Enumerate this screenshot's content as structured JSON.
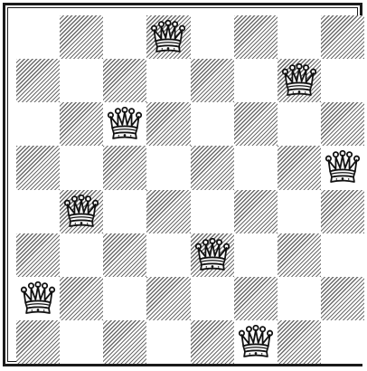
{
  "board": {
    "size": 8,
    "light_square_color": "#ffffff",
    "dark_square_color": "#6b6b6b",
    "dark_square_pattern": "diagonal-hatch",
    "top_left_square": "light"
  },
  "pieces": [
    {
      "row": 0,
      "col": 3,
      "type": "queen",
      "color": "white",
      "icon": "queen-icon"
    },
    {
      "row": 1,
      "col": 6,
      "type": "queen",
      "color": "white",
      "icon": "queen-icon"
    },
    {
      "row": 2,
      "col": 2,
      "type": "queen",
      "color": "white",
      "icon": "queen-icon"
    },
    {
      "row": 3,
      "col": 7,
      "type": "queen",
      "color": "white",
      "icon": "queen-icon"
    },
    {
      "row": 4,
      "col": 1,
      "type": "queen",
      "color": "white",
      "icon": "queen-icon"
    },
    {
      "row": 5,
      "col": 4,
      "type": "queen",
      "color": "white",
      "icon": "queen-icon"
    },
    {
      "row": 6,
      "col": 0,
      "type": "queen",
      "color": "white",
      "icon": "queen-icon"
    },
    {
      "row": 7,
      "col": 5,
      "type": "queen",
      "color": "white",
      "icon": "queen-icon"
    }
  ]
}
